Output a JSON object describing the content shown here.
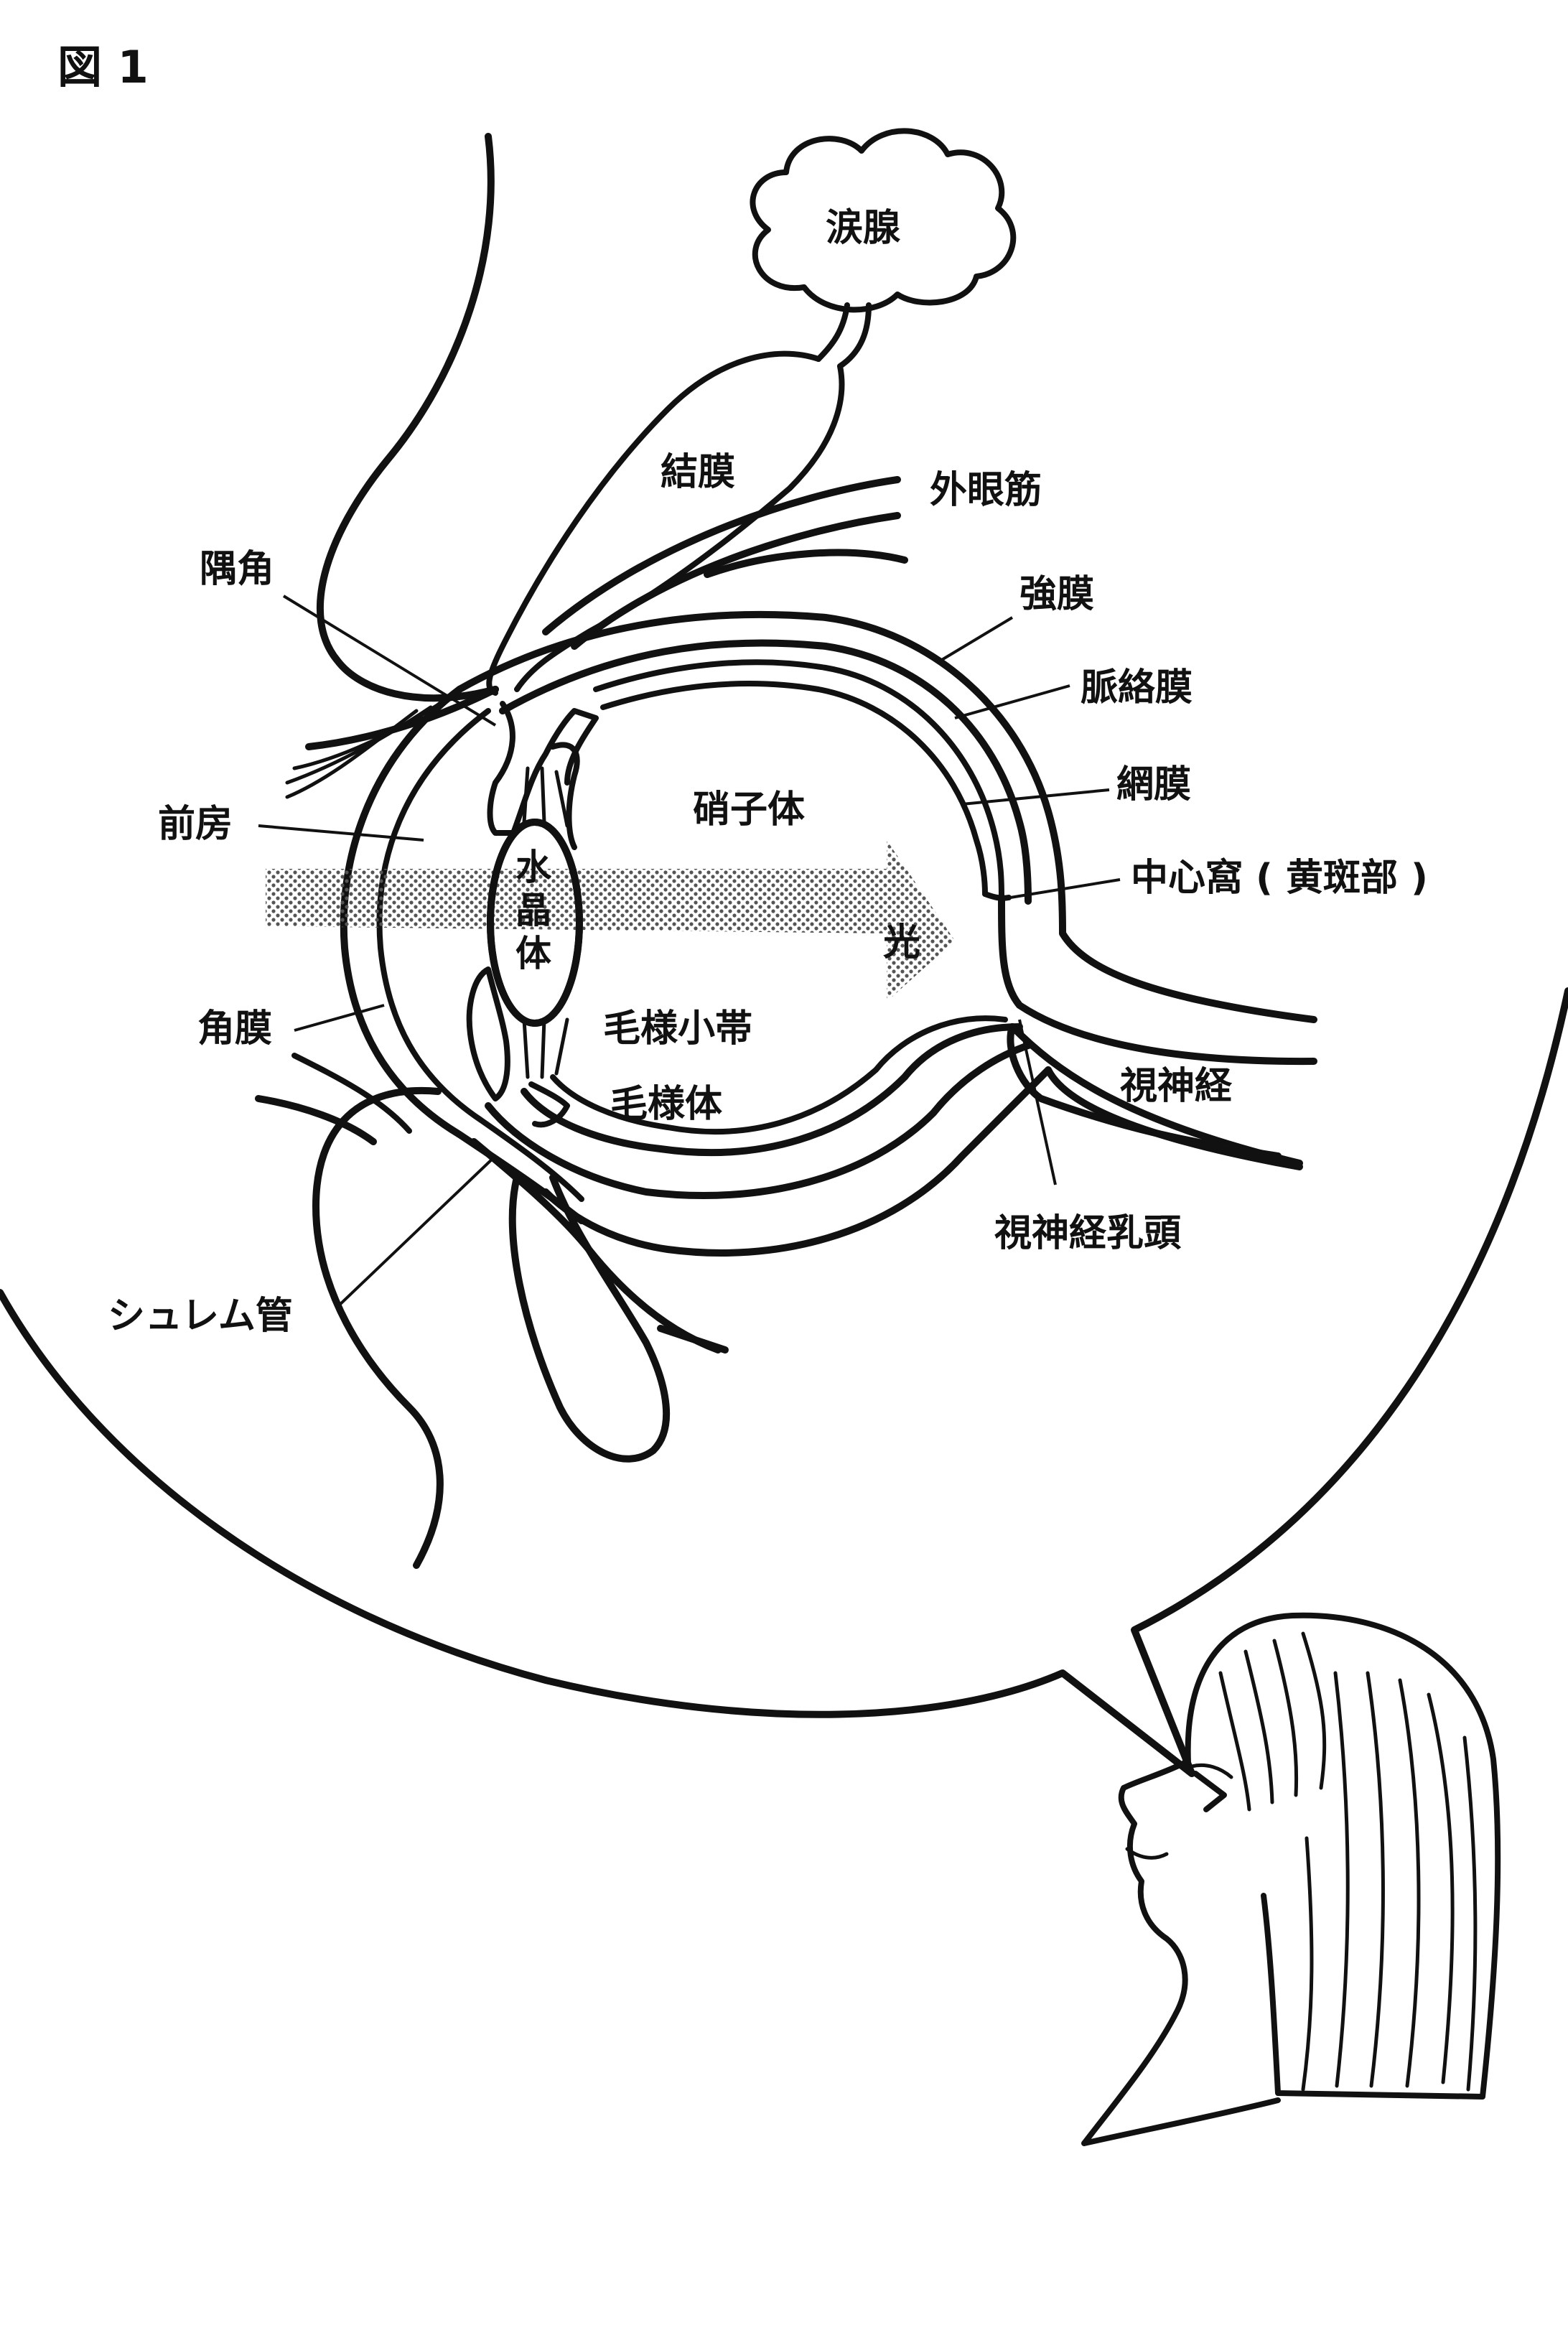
{
  "figure_label": "図 1",
  "labels": {
    "lacrimal_gland": "涙腺",
    "conjunctiva": "結膜",
    "extraocular_muscle": "外眼筋",
    "angle": "隅角",
    "sclera": "強膜",
    "choroid": "脈絡膜",
    "retina": "網膜",
    "vitreous": "硝子体",
    "anterior_chamber": "前房",
    "lens_1": "水",
    "lens_2": "晶",
    "lens_3": "体",
    "fovea": "中心窩 ( 黄斑部 )",
    "light": "光",
    "cornea": "角膜",
    "zonule": "毛様小帯",
    "ciliary_body": "毛様体",
    "optic_nerve": "視神経",
    "optic_disc": "視神経乳頭",
    "schlemm": "シュレム管"
  },
  "colors": {
    "ink": "#111111",
    "background": "#ffffff",
    "light_arrow_dots": "#555555"
  }
}
